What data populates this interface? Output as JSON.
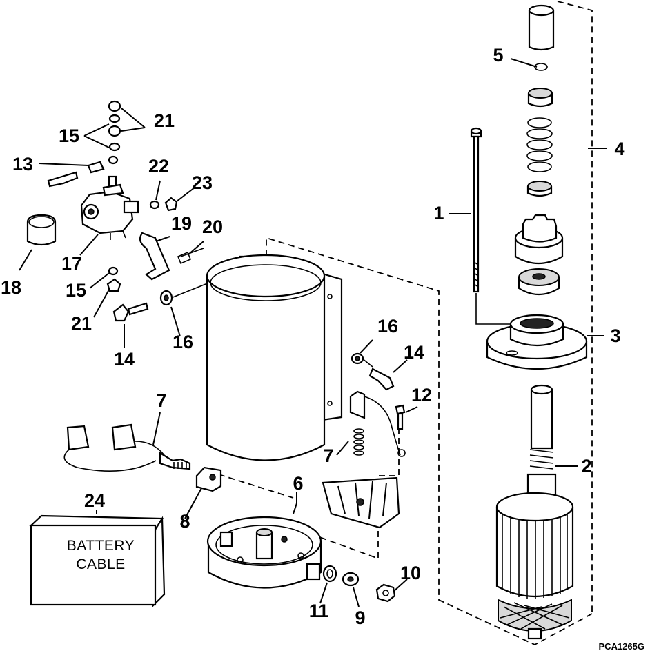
{
  "diagram": {
    "callouts": {
      "c1": "1",
      "c2": "2",
      "c3": "3",
      "c4": "4",
      "c5": "5",
      "c6": "6",
      "c7a": "7",
      "c7b": "7",
      "c8": "8",
      "c9": "9",
      "c10": "10",
      "c11": "11",
      "c12": "12",
      "c13": "13",
      "c14a": "14",
      "c14b": "14",
      "c15a": "15",
      "c15b": "15",
      "c16a": "16",
      "c16b": "16",
      "c17": "17",
      "c18": "18",
      "c19": "19",
      "c20": "20",
      "c21a": "21",
      "c21b": "21",
      "c22": "22",
      "c23": "23",
      "c24": "24"
    },
    "battery_box": {
      "line1": "BATTERY",
      "line2": "CABLE"
    },
    "figure_code": "PCA1265G"
  }
}
